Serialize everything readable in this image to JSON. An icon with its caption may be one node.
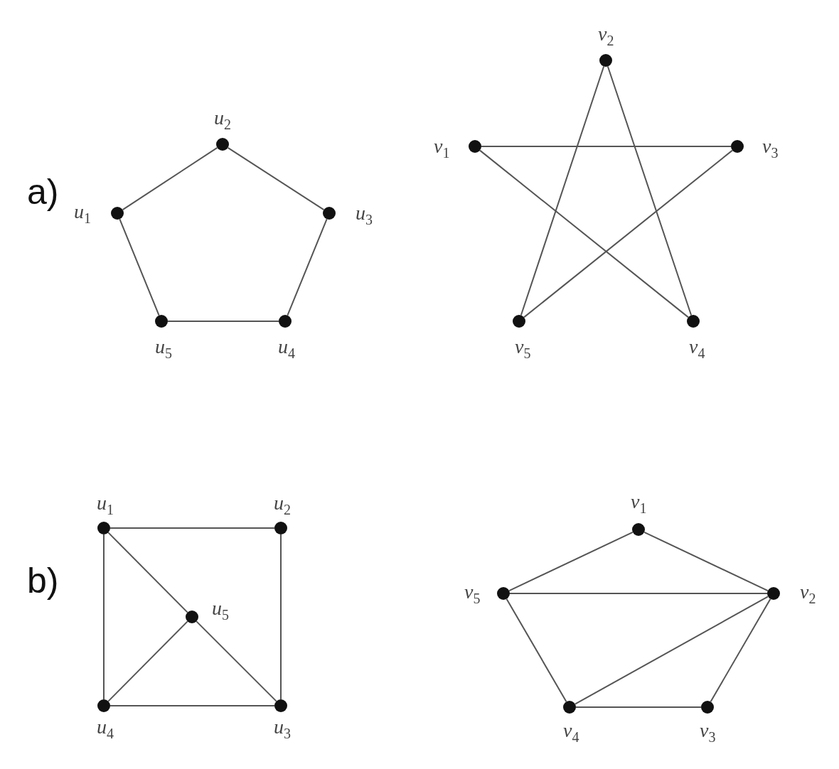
{
  "diagram": {
    "nodes": [
      {
        "text": [],
        "shape": "circle",
        "beside": [
          "u$_{1}$"
        ]
      },
      {
        "text": [],
        "shape": "circle",
        "beside": [
          "u$_{2}$"
        ]
      },
      {
        "text": [],
        "shape": "circle",
        "beside": [
          "u$_{3}$"
        ]
      },
      {
        "text": [],
        "shape": "circle",
        "beside": [
          "u$_{4}$"
        ]
      },
      {
        "text": [],
        "shape": "circle",
        "beside": [
          "u$_{5}$"
        ]
      },
      {
        "text": [],
        "shape": "circle",
        "beside": [
          "v$_{1}$"
        ]
      },
      {
        "text": [],
        "shape": "circle",
        "beside": [
          "v$_{2}$"
        ]
      },
      {
        "text": [],
        "shape": "circle",
        "beside": [
          "v$_{3}$"
        ]
      },
      {
        "text": [],
        "shape": "circle",
        "beside": [
          "v$_{4}$"
        ]
      },
      {
        "text": [],
        "shape": "circle",
        "beside": [
          "v$_{5}$"
        ]
      },
      {
        "text": [],
        "shape": "circle",
        "beside": [
          "u$_{1}$"
        ]
      },
      {
        "text": [],
        "shape": "circle",
        "beside": [
          "u$_{2}$"
        ]
      },
      {
        "text": [],
        "shape": "circle",
        "beside": [
          "u$_{3}$"
        ]
      },
      {
        "text": [],
        "shape": "circle",
        "beside": [
          "u$_{4}$"
        ]
      },
      {
        "text": [],
        "shape": "circle",
        "beside": [
          "u$_{5}$"
        ]
      },
      {
        "text": [],
        "shape": "circle",
        "beside": [
          "v$_{1}$"
        ]
      },
      {
        "text": [],
        "shape": "circle",
        "beside": [
          "v$_{2}$"
        ]
      },
      {
        "text": [],
        "shape": "circle",
        "beside": [
          "v$_{3}$"
        ]
      },
      {
        "text": [],
        "shape": "circle",
        "beside": [
          "v$_{4}$"
        ]
      },
      {
        "text": [],
        "shape": "circle",
        "beside": [
          "v$_{5}$"
        ]
      }
    ],
    "edges": [
      {
        "from": 0,
        "to": 1,
        "arrow": "none"
      },
      {
        "from": 1,
        "to": 2,
        "arrow": "none"
      },
      {
        "from": 2,
        "to": 3,
        "arrow": "none"
      },
      {
        "from": 3,
        "to": 4,
        "arrow": "none"
      },
      {
        "from": 4,
        "to": 0,
        "arrow": "none"
      },
      {
        "from": 5,
        "to": 7,
        "arrow": "none"
      },
      {
        "from": 5,
        "to": 8,
        "arrow": "none"
      },
      {
        "from": 6,
        "to": 8,
        "arrow": "none"
      },
      {
        "from": 6,
        "to": 9,
        "arrow": "none"
      },
      {
        "from": 7,
        "to": 9,
        "arrow": "none"
      },
      {
        "from": 10,
        "to": 11,
        "arrow": "none"
      },
      {
        "from": 11,
        "to": 12,
        "arrow": "none"
      },
      {
        "from": 12,
        "to": 13,
        "arrow": "none"
      },
      {
        "from": 13,
        "to": 10,
        "arrow": "none"
      },
      {
        "from": 10,
        "to": 14,
        "arrow": "none"
      },
      {
        "from": 14,
        "to": 12,
        "arrow": "none"
      },
      {
        "from": 13,
        "to": 14,
        "arrow": "none"
      },
      {
        "from": 15,
        "to": 16,
        "arrow": "none"
      },
      {
        "from": 15,
        "to": 19,
        "arrow": "none"
      },
      {
        "from": 19,
        "to": 16,
        "arrow": "none"
      },
      {
        "from": 16,
        "to": 17,
        "arrow": "none"
      },
      {
        "from": 17,
        "to": 18,
        "arrow": "none"
      },
      {
        "from": 18,
        "to": 19,
        "arrow": "none"
      },
      {
        "from": 18,
        "to": 16,
        "arrow": "none"
      }
    ],
    "labels": [
      "a)",
      "b)"
    ]
  }
}
